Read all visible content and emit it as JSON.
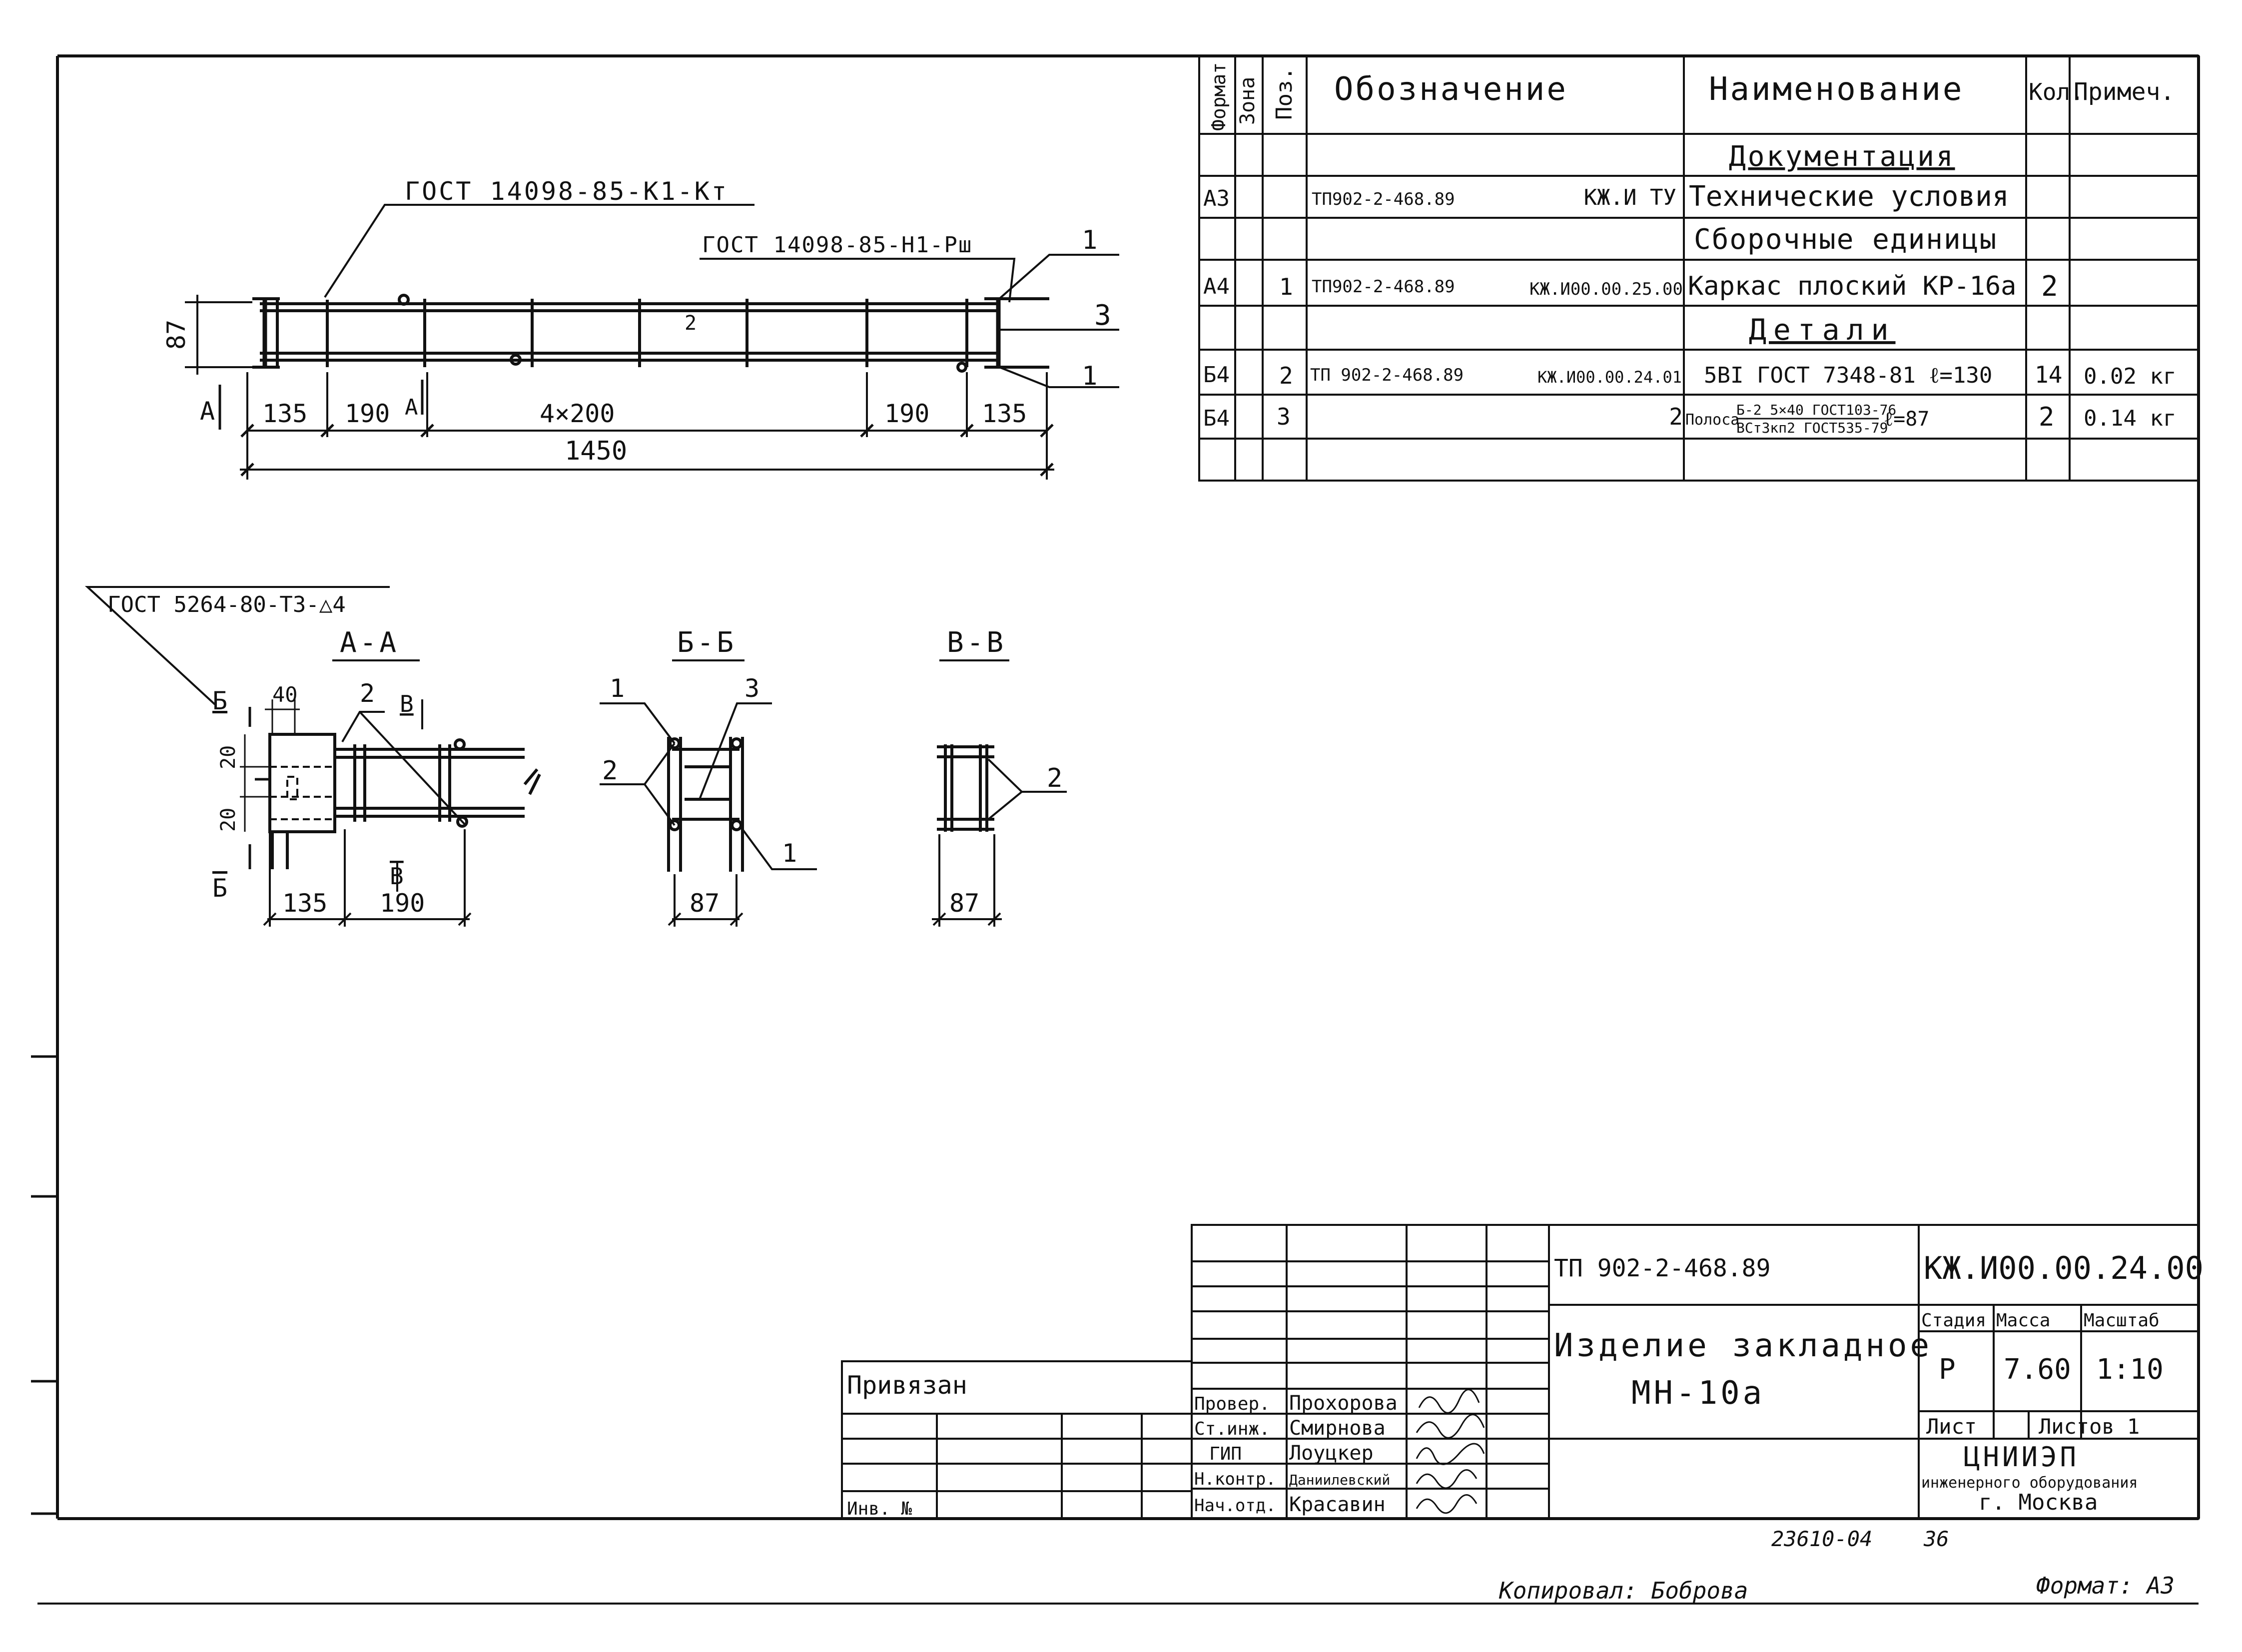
{
  "spec_table": {
    "headers": {
      "format": "Формат",
      "zone": "Зона",
      "pos": "Поз.",
      "designation": "Обозначение",
      "name": "Наименование",
      "qty": "Кол.",
      "note": "Примеч."
    },
    "rows": [
      {
        "type": "section",
        "name": "Документация"
      },
      {
        "type": "item",
        "format": "А3",
        "zone": "",
        "pos": "",
        "doc": "ТП902-2-468.89",
        "code": "КЖ.И ТУ",
        "name": "Технические условия",
        "qty": "",
        "note": ""
      },
      {
        "type": "section",
        "name": "Сборочные единицы"
      },
      {
        "type": "item",
        "format": "А4",
        "zone": "",
        "pos": "1",
        "doc": "ТП902-2-468.89",
        "code": "КЖ.И00.00.25.00",
        "name": "Каркас плоский КР-16а",
        "qty": "2",
        "note": ""
      },
      {
        "type": "section",
        "name": "Детали"
      },
      {
        "type": "item",
        "format": "Б4",
        "zone": "",
        "pos": "2",
        "doc": "ТП 902-2-468.89",
        "code": "КЖ.И00.00.24.01",
        "name": "5ВI ГОСТ 7348-81 ℓ=130",
        "qty": "14",
        "note": "0.02 кг"
      },
      {
        "type": "item",
        "format": "Б4",
        "zone": "",
        "pos": "3",
        "doc": "",
        "code": "2",
        "name": "Полоса",
        "name_num": "Б-2 5×40 ГОСТ103-76",
        "name_den": "ВСт3кп2 ГОСТ535-79",
        "name_suffix": "ℓ=87",
        "qty": "2",
        "note": "0.14 кг"
      }
    ]
  },
  "main_view": {
    "leader_top": "ГОСТ 14098-85-К1-Кт",
    "leader_right": "ГОСТ 14098-85-Н1-Рш",
    "pos_labels": [
      "1",
      "3",
      "1",
      "2"
    ],
    "height_dim": "87",
    "dims": [
      "135",
      "190",
      "4×200",
      "190",
      "135"
    ],
    "total": "1450",
    "section_mark": "А",
    "section_mark_2": "А"
  },
  "section_aa": {
    "weld_leader": "ГОСТ 5264-80-Т3-△4",
    "title": "А-А",
    "mark_b": "Б",
    "mark_b2": "Б",
    "mark_v": "В",
    "mark_v2": "В",
    "dim_40": "40",
    "dim_20a": "20",
    "dim_20b": "20",
    "pos_2": "2",
    "dims": [
      "135",
      "190"
    ]
  },
  "section_bb": {
    "title": "Б-Б",
    "labels": [
      "1",
      "3",
      "2",
      "1"
    ],
    "dim": "87"
  },
  "section_vv": {
    "title": "В-В",
    "label": "2",
    "dim": "87"
  },
  "title_block": {
    "project": "ТП 902-2-468.89",
    "code": "КЖ.И00.00.24.00",
    "name_line1": "Изделие закладное",
    "name_line2": "МН-10а",
    "stage_h": "Стадия",
    "mass_h": "Масса",
    "scale_h": "Масштаб",
    "stage": "Р",
    "mass": "7.60",
    "scale": "1:10",
    "sheet": "Лист",
    "sheets": "Листов 1",
    "org1": "ЦНИИЭП",
    "org2": "инженерного оборудования",
    "org3": "г. Москва",
    "privyazan": "Привязан",
    "inv": "Инв. №",
    "signers": [
      {
        "role": "Провер.",
        "name": "Прохорова"
      },
      {
        "role": "Ст.инж.",
        "name": "Смирнова"
      },
      {
        "role": "ГИП",
        "name": "Лоуцкер"
      },
      {
        "role": "Н.контр.",
        "name": "Даниилевский"
      },
      {
        "role": "Нач.отд.",
        "name": "Красавин"
      }
    ]
  },
  "footer": {
    "archive_no": "23610-04",
    "page": "36",
    "copied": "Копировал: Боброва",
    "format": "Формат: А3"
  }
}
